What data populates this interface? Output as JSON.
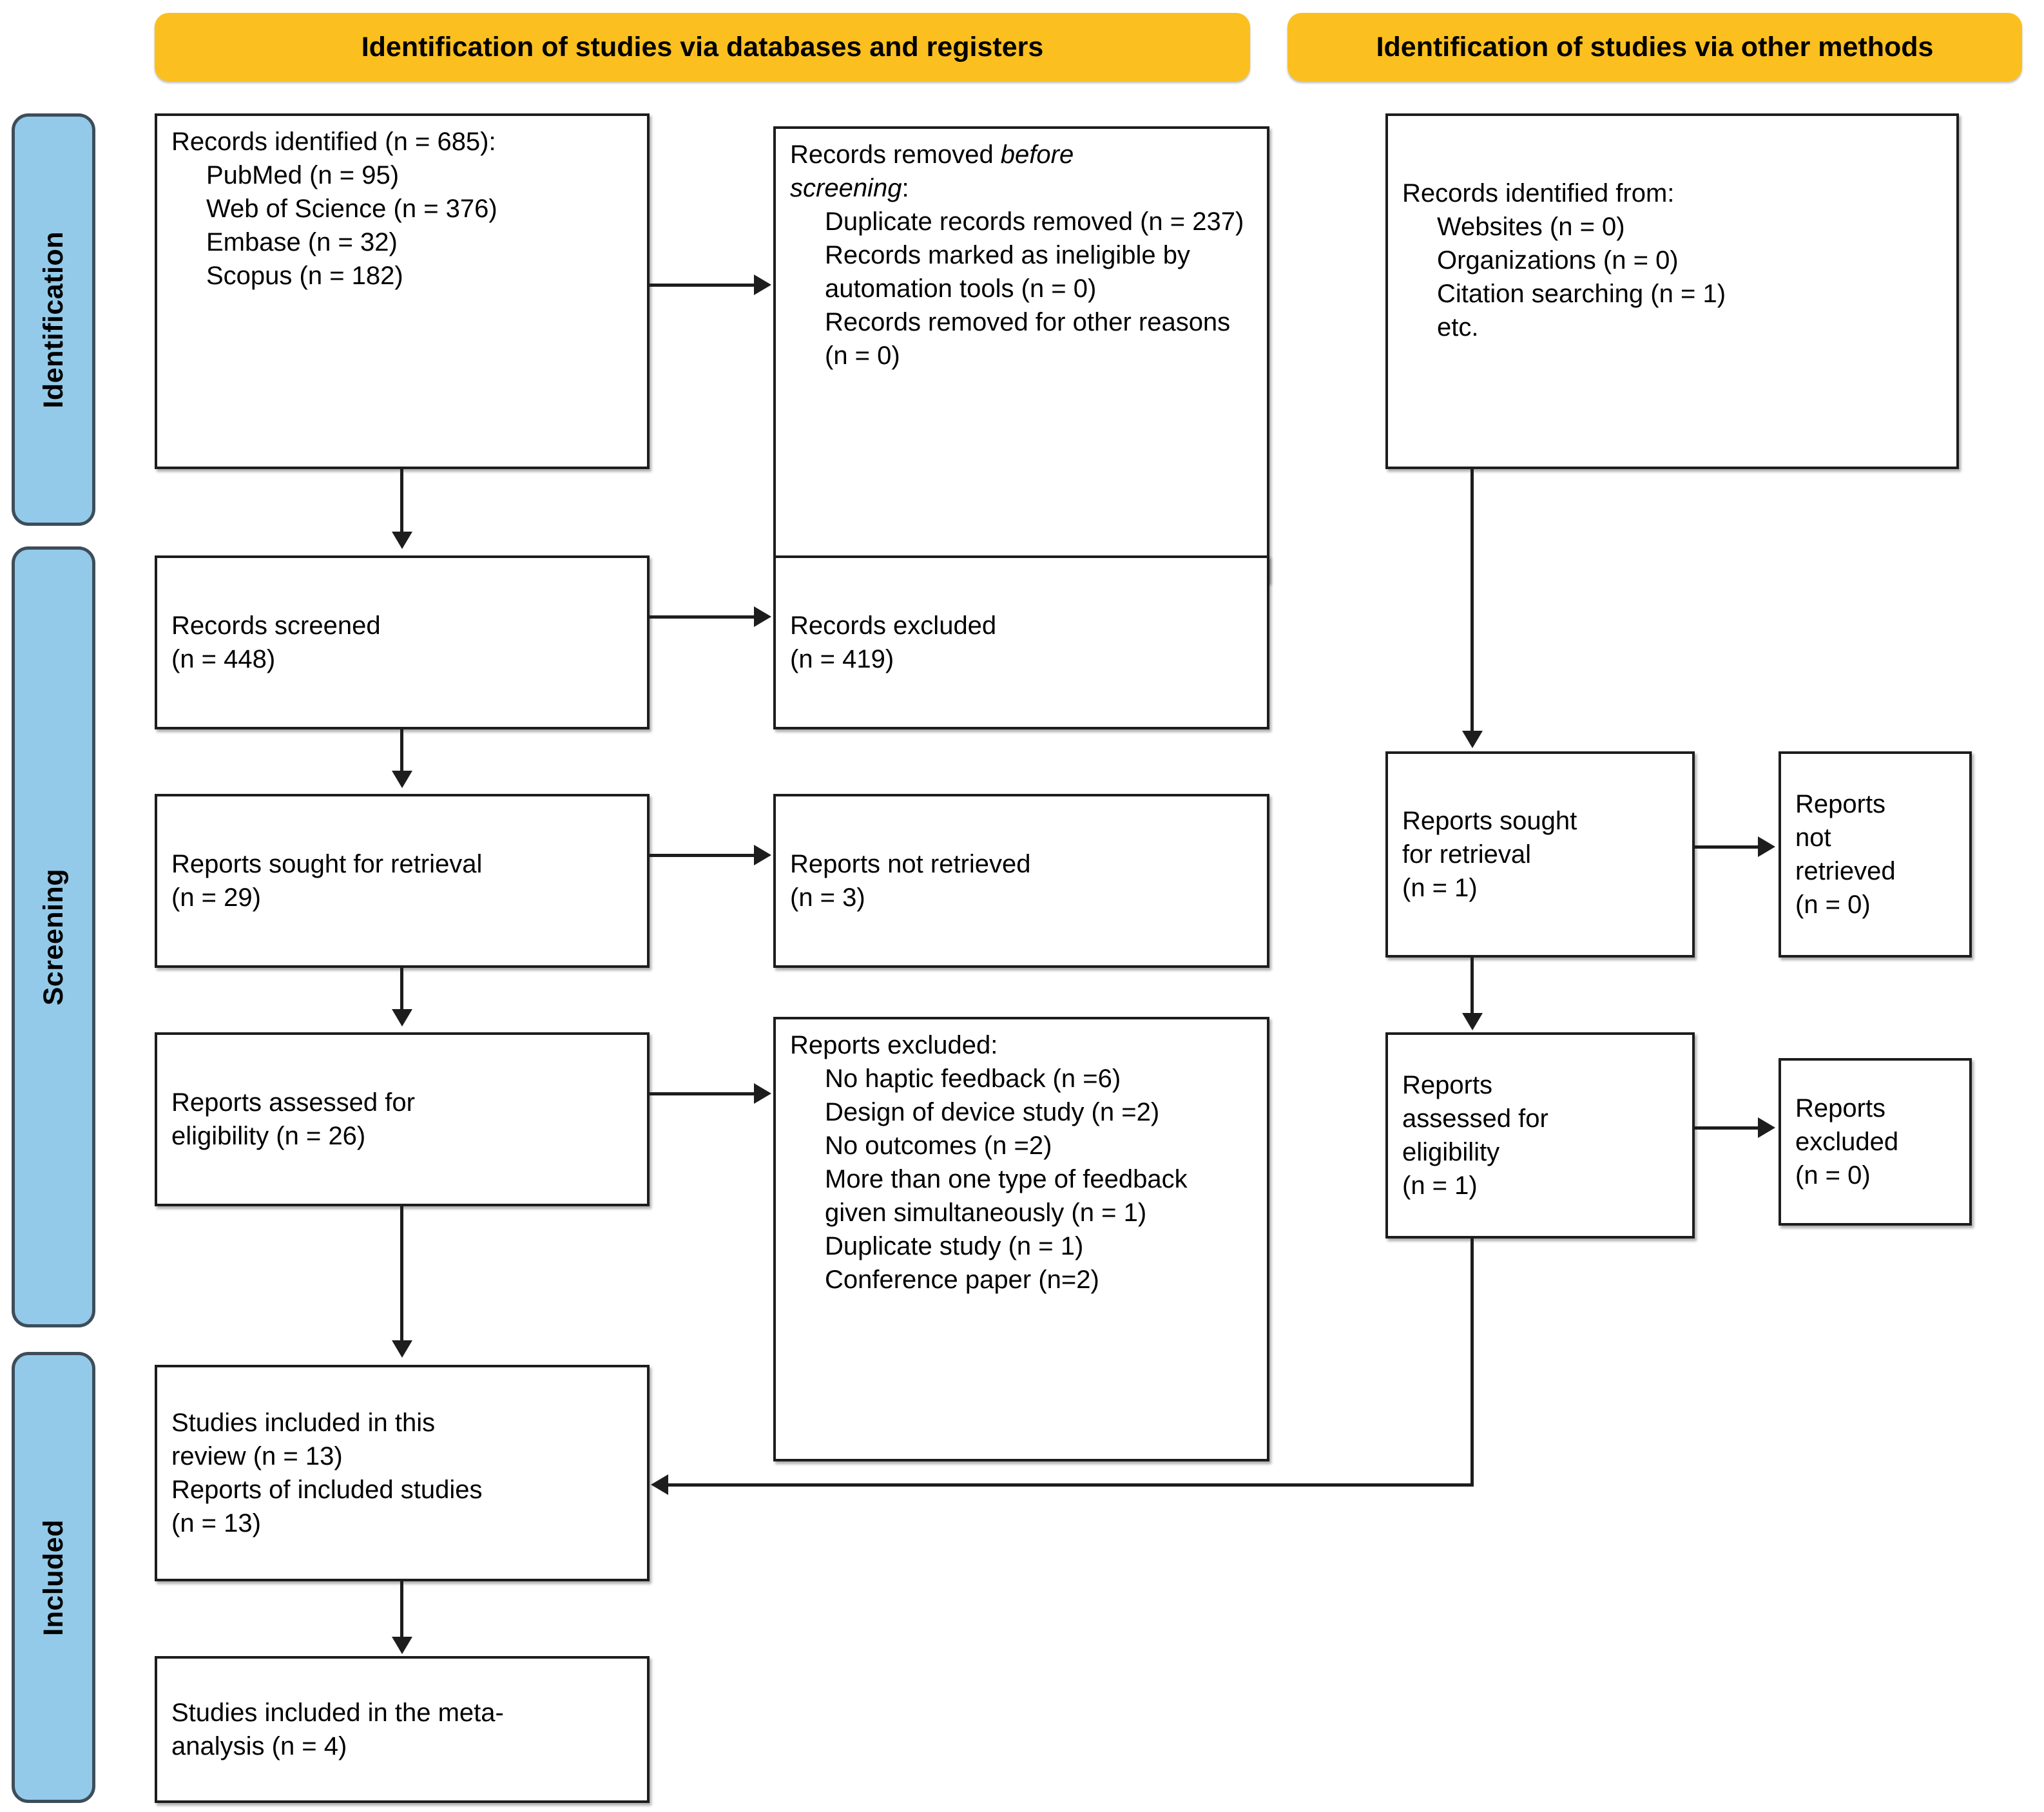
{
  "diagram": {
    "type": "prisma-flow-diagram",
    "colors": {
      "header_yellow": "#FBBF1F",
      "band_blue": "#93CAEA",
      "band_border": "#3D4D59",
      "box_border": "#1D1D1D",
      "text": "#000000",
      "background": "#FFFFFF"
    }
  },
  "headers": {
    "databases": "Identification of studies via databases and registers",
    "other": "Identification of studies via other methods"
  },
  "bands": [
    {
      "label": "Identification"
    },
    {
      "label": "Screening"
    },
    {
      "label": "Included"
    }
  ],
  "boxes": {
    "records_identified": {
      "title": "Records identified (n = 685):",
      "items": [
        "PubMed (n = 95)",
        "Web of Science (n = 376)",
        "Embase (n = 32)",
        "Scopus (n = 182)"
      ]
    },
    "records_removed": {
      "title_prefix": "Records removed ",
      "title_italic": "before",
      "title_italic2": "screening",
      "title_suffix": ":",
      "items": [
        "Duplicate records removed (n = 237)",
        "Records marked as ineligible by automation tools (n = 0)",
        "Records removed for other reasons (n = 0)"
      ]
    },
    "records_screened": {
      "line1": "Records screened",
      "line2": "(n = 448)"
    },
    "records_excluded": {
      "line1": "Records excluded",
      "line2": "(n = 419)"
    },
    "reports_sought": {
      "line1": "Reports sought for retrieval",
      "line2": "(n = 29)"
    },
    "reports_not_retrieved": {
      "line1": "Reports not retrieved",
      "line2": "(n = 3)"
    },
    "reports_assessed": {
      "line1": "Reports assessed for",
      "line2": "eligibility (n = 26)"
    },
    "reports_excluded": {
      "title": "Reports excluded:",
      "items": [
        "No haptic feedback (n =6)",
        "Design of device study (n =2)",
        "No outcomes (n =2)",
        "More than one type of feedback given simultaneously (n = 1)",
        "Duplicate study (n = 1)",
        "Conference paper (n=2)"
      ]
    },
    "studies_included": {
      "line1": "Studies included in this",
      "line2": "review (n = 13)",
      "line3": "Reports of included studies",
      "line4": "(n = 13)"
    },
    "meta_analysis": {
      "line1": "Studies included in the meta-",
      "line2": "analysis (n = 4)"
    },
    "other_records_identified": {
      "title": "Records identified from:",
      "items": [
        "Websites (n = 0)",
        "Organizations (n = 0)",
        "Citation searching (n = 1)",
        "etc."
      ]
    },
    "other_reports_sought": {
      "line1": "Reports sought",
      "line2": "for retrieval",
      "line3": "(n = 1)"
    },
    "other_reports_not_retrieved": {
      "line1": "Reports",
      "line2": "not",
      "line3": "retrieved",
      "line4": "(n = 0)"
    },
    "other_reports_assessed": {
      "line1": "Reports",
      "line2": "assessed for",
      "line3": "eligibility",
      "line4": "(n = 1)"
    },
    "other_reports_excluded": {
      "line1": "Reports",
      "line2": "excluded",
      "line3": "(n = 0)"
    }
  }
}
